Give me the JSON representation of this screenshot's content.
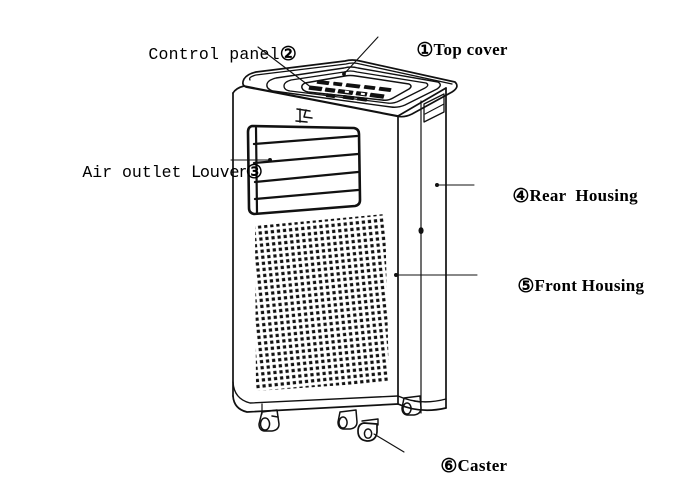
{
  "document": {
    "type": "technical-parts-diagram",
    "subject": "Portable air conditioner exploded parts view",
    "background_color": "#ffffff",
    "line_color": "#000000"
  },
  "callouts": [
    {
      "id": 1,
      "marker": "①",
      "label": "Top cover",
      "side": "right",
      "font": "serif"
    },
    {
      "id": 2,
      "marker": "②",
      "label": "Control panel",
      "side": "left",
      "font": "mono"
    },
    {
      "id": 3,
      "marker": "③",
      "label_part_a": "Air outlet ",
      "label_part_b": "Louver",
      "label": "Air outlet Louver",
      "side": "left",
      "font": "mixed"
    },
    {
      "id": 4,
      "marker": "④",
      "label": "Rear  Housing",
      "side": "right",
      "font": "serif"
    },
    {
      "id": 5,
      "marker": "⑤",
      "label": "Front Housing",
      "side": "right",
      "font": "serif"
    },
    {
      "id": 6,
      "marker": "⑥",
      "label": "Caster",
      "side": "bottom",
      "font": "serif"
    }
  ],
  "parts": {
    "top_cover": {
      "name": "Top cover",
      "number": 1
    },
    "control_panel": {
      "name": "Control panel",
      "number": 2
    },
    "air_outlet_louver": {
      "name": "Air outlet Louver",
      "number": 3,
      "slat_count": 4
    },
    "rear_housing": {
      "name": "Rear Housing",
      "number": 4
    },
    "front_housing": {
      "name": "Front Housing",
      "number": 5,
      "has_perforated_grille": true
    },
    "caster": {
      "name": "Caster",
      "number": 6,
      "count": 4
    }
  },
  "brand_mark": {
    "glyph": "尺"
  }
}
